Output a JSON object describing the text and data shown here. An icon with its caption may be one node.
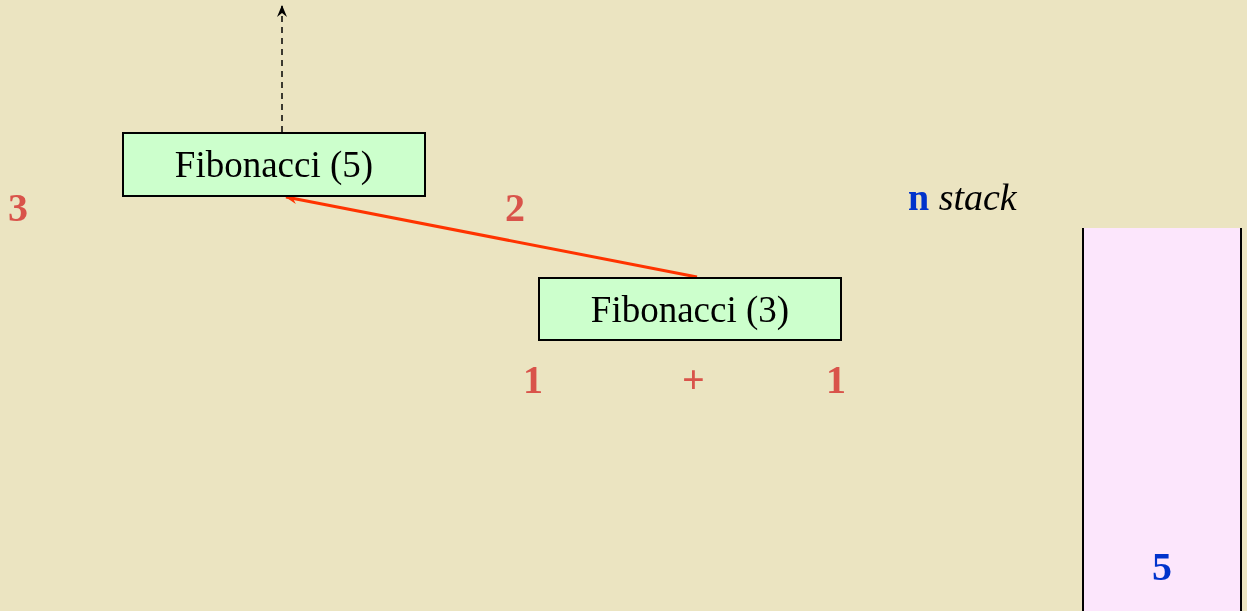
{
  "diagram": {
    "nodes": [
      {
        "text": [
          "Fibonacci (5)"
        ]
      },
      {
        "text": [
          "Fibonacci (3)"
        ]
      },
      {
        "text": [
          "**n** *stack*",
          "5"
        ]
      }
    ],
    "edges": [
      {
        "from": 0,
        "to": null,
        "arrow": "to",
        "style": "dashed"
      },
      {
        "from": 1,
        "to": 0,
        "arrow": "to",
        "color": "#ff3300"
      }
    ],
    "labels": [
      "3",
      "2",
      "1",
      "+",
      "1"
    ]
  }
}
